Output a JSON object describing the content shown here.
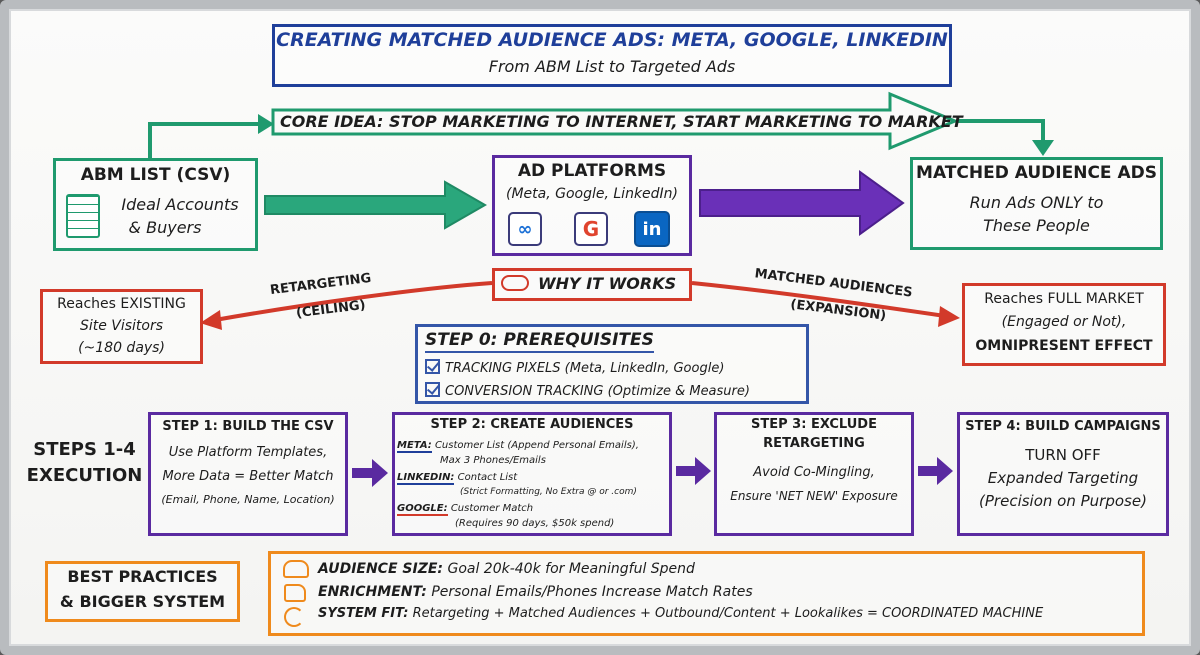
{
  "title": {
    "main": "CREATING MATCHED AUDIENCE ADS: META, GOOGLE, LINKEDIN",
    "sub": "From ABM List to Targeted Ads"
  },
  "core_idea": "CORE IDEA: STOP MARKETING TO INTERNET, START MARKETING TO MARKET",
  "abm_list": {
    "title": "ABM LIST (CSV)",
    "line1": "Ideal Accounts",
    "line2": "& Buyers"
  },
  "ad_platforms": {
    "title": "AD PLATFORMS",
    "subtitle": "(Meta, Google, LinkedIn)",
    "icons": [
      "meta-icon",
      "google-icon",
      "linkedin-icon"
    ],
    "google_letter": "G",
    "linkedin_letters": "in"
  },
  "matched_ads": {
    "title": "MATCHED AUDIENCE ADS",
    "line1": "Run Ads ONLY to",
    "line2": "These People"
  },
  "why_it_works": "WHY IT WORKS",
  "retargeting": {
    "label": "RETARGETING",
    "sub": "(CEILING)",
    "box_line1": "Reaches EXISTING",
    "box_line2": "Site Visitors",
    "box_line3": "(~180 days)"
  },
  "matched_audiences": {
    "label": "MATCHED AUDIENCES",
    "sub": "(EXPANSION)",
    "box_line1": "Reaches FULL MARKET",
    "box_line2": "(Engaged or Not),",
    "box_line3": "OMNIPRESENT EFFECT"
  },
  "step0": {
    "title": "STEP 0: PREREQUISITES",
    "item1": "TRACKING PIXELS (Meta, LinkedIn, Google)",
    "item2": "CONVERSION TRACKING (Optimize & Measure)"
  },
  "steps_label": {
    "line1": "STEPS 1-4",
    "line2": "EXECUTION"
  },
  "step1": {
    "title": "STEP 1: BUILD THE CSV",
    "line1": "Use Platform Templates,",
    "line2": "More Data = Better Match",
    "line3": "(Email, Phone, Name, Location)"
  },
  "step2": {
    "title": "STEP 2: CREATE AUDIENCES",
    "meta_label": "META:",
    "meta_text": "Customer List (Append Personal Emails),",
    "meta_text2": "Max 3 Phones/Emails",
    "linkedin_label": "LINKEDIN:",
    "linkedin_text": "Contact List",
    "linkedin_text2": "(Strict Formatting, No Extra @ or .com)",
    "google_label": "GOOGLE:",
    "google_text": "Customer Match",
    "google_text2": "(Requires 90 days, $50k spend)"
  },
  "step3": {
    "title1": "STEP 3: EXCLUDE",
    "title2": "RETARGETING",
    "line1": "Avoid Co-Mingling,",
    "line2": "Ensure 'NET NEW' Exposure"
  },
  "step4": {
    "title": "STEP 4: BUILD CAMPAIGNS",
    "line1": "TURN OFF",
    "line2": "Expanded Targeting",
    "line3": "(Precision on Purpose)"
  },
  "best_practices": {
    "line1": "BEST PRACTICES",
    "line2": "& BIGGER SYSTEM"
  },
  "practices": {
    "audience_label": "AUDIENCE SIZE:",
    "audience_text": "Goal 20k-40k for Meaningful Spend",
    "enrichment_label": "ENRICHMENT:",
    "enrichment_text": "Personal Emails/Phones Increase Match Rates",
    "system_label": "SYSTEM FIT:",
    "system_text": "Retargeting + Matched Audiences + Outbound/Content + Lookalikes = COORDINATED MACHINE",
    "icons": [
      "people-icon",
      "thumbs-up-icon",
      "cycle-icon"
    ]
  },
  "colors": {
    "blue": "#1f3f9a",
    "green": "#1f9a6e",
    "purple": "#5a2aa0",
    "red": "#d23a2a",
    "orange": "#ef8a1c"
  }
}
